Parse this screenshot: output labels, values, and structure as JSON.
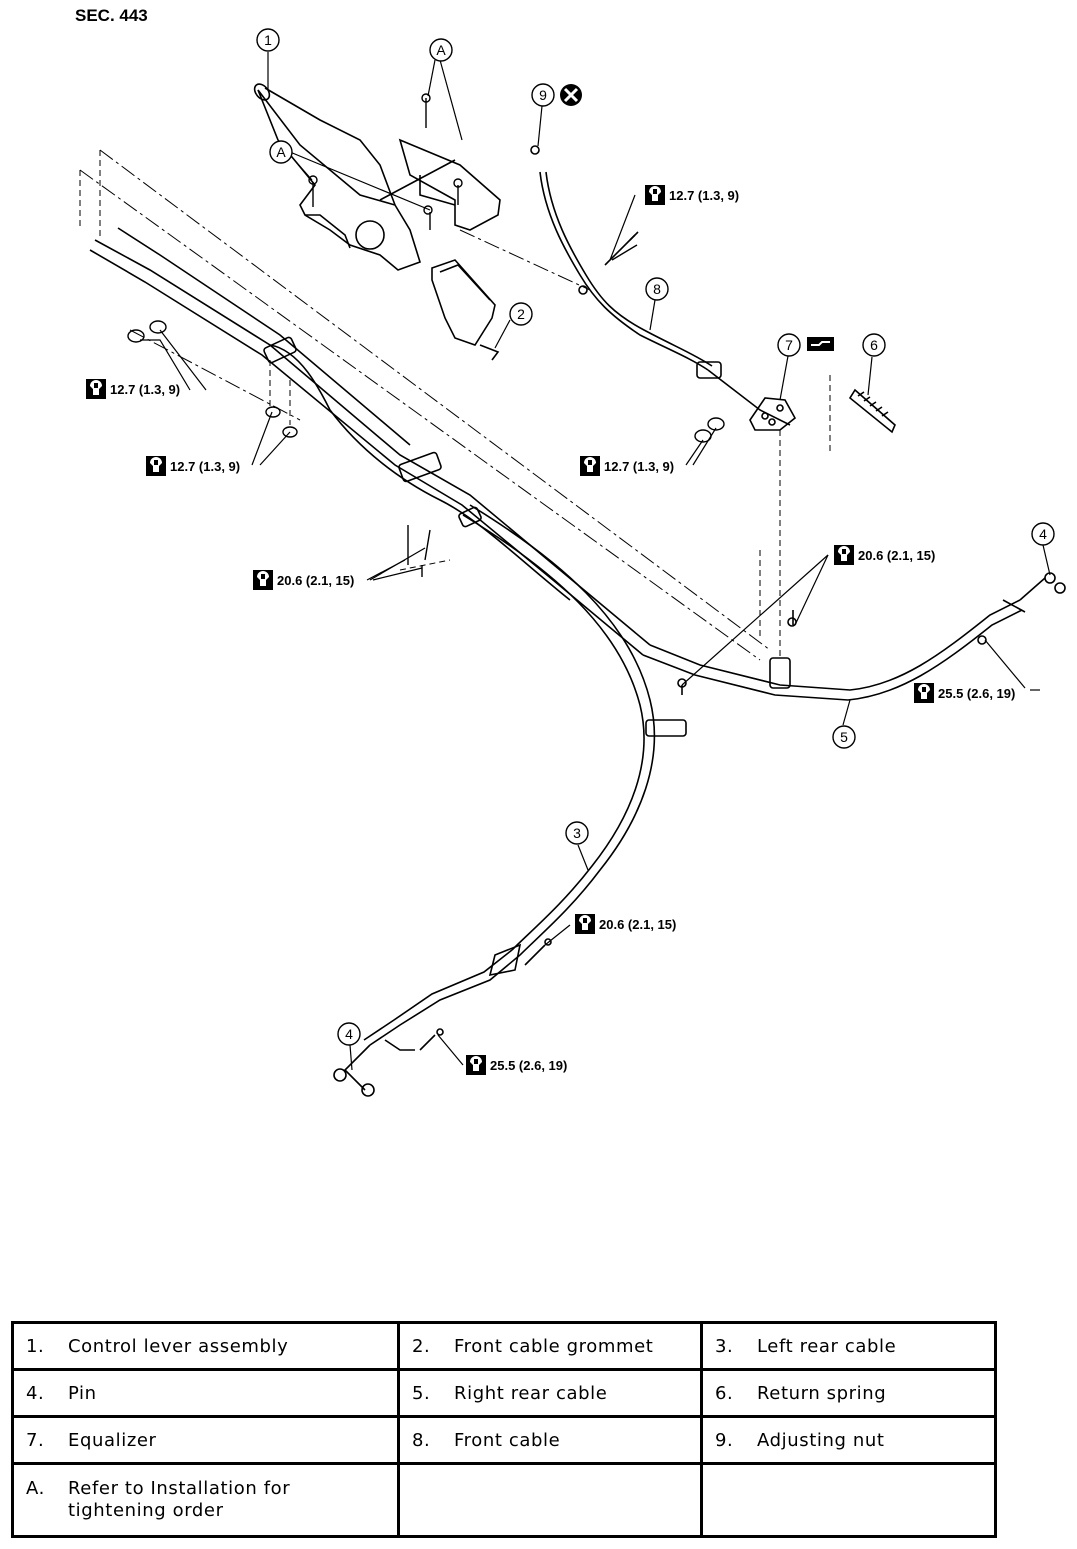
{
  "section_title": "SEC. 443",
  "callouts": {
    "c1": "1",
    "c2": "2",
    "c3": "3",
    "c4a": "4",
    "c4b": "4",
    "c5": "5",
    "c6": "6",
    "c7": "7",
    "c8": "8",
    "c9": "9",
    "cA1": "A",
    "cA2": "A"
  },
  "torque_specs": {
    "t1": "12.7 (1.3, 9)",
    "t2": "12.7 (1.3, 9)",
    "t3": "12.7 (1.3, 9)",
    "t4": "12.7 (1.3, 9)",
    "t5": "20.6 (2.1, 15)",
    "t6": "20.6 (2.1, 15)",
    "t7": "25.5 (2.6, 19)",
    "t8": "20.6 (2.1, 15)",
    "t9": "25.5 (2.6, 19)"
  },
  "icons": {
    "torque": "torque-wrench-icon",
    "no_reuse": "do-not-reuse-icon",
    "grease": "grease-icon"
  },
  "legend": {
    "rows": [
      [
        {
          "num": "1.",
          "label": "Control lever assembly"
        },
        {
          "num": "2.",
          "label": "Front cable grommet"
        },
        {
          "num": "3.",
          "label": "Left rear cable"
        }
      ],
      [
        {
          "num": "4.",
          "label": "Pin"
        },
        {
          "num": "5.",
          "label": "Right rear cable"
        },
        {
          "num": "6.",
          "label": "Return spring"
        }
      ],
      [
        {
          "num": "7.",
          "label": "Equalizer"
        },
        {
          "num": "8.",
          "label": "Front cable"
        },
        {
          "num": "9.",
          "label": "Adjusting nut"
        }
      ],
      [
        {
          "num": "A.",
          "label": "Refer to Installation for tightening order"
        },
        {
          "num": "",
          "label": ""
        },
        {
          "num": "",
          "label": ""
        }
      ]
    ]
  }
}
